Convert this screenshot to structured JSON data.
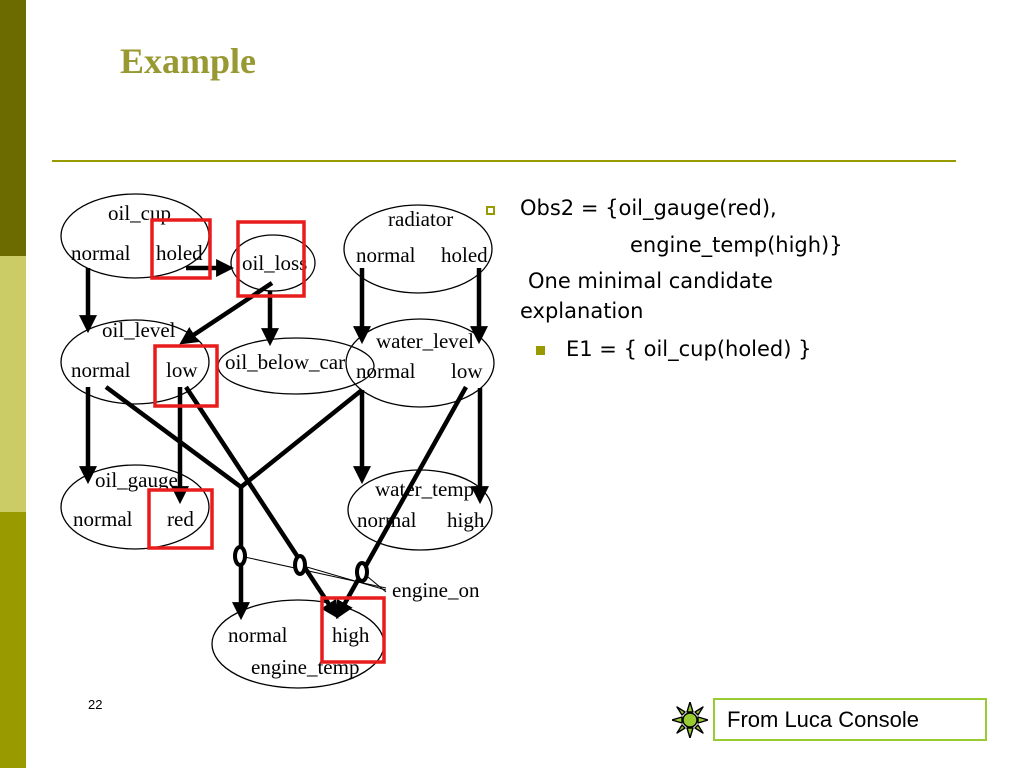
{
  "slide": {
    "title": "Example",
    "number": "22"
  },
  "diagram": {
    "nodes": {
      "oil_cup": {
        "name": "oil_cup",
        "left": "normal",
        "right": "holed"
      },
      "oil_loss": {
        "name": "oil_loss"
      },
      "radiator": {
        "name": "radiator",
        "left": "normal",
        "right": "holed"
      },
      "oil_level": {
        "name": "oil_level",
        "left": "normal",
        "right": "low"
      },
      "oil_below_car": {
        "name": "oil_below_car"
      },
      "water_level": {
        "name": "water_level",
        "left": "normal",
        "right": "low"
      },
      "oil_gauge": {
        "name": "oil_gauge",
        "left": "normal",
        "right": "red"
      },
      "water_temp": {
        "name": "water_temp",
        "left": "normal",
        "right": "high"
      },
      "engine_temp": {
        "name": "engine_temp",
        "left": "normal",
        "right": "high"
      }
    },
    "engine_on_label": "engine_on"
  },
  "bullets": {
    "obs_line1": "Obs2 = {oil_gauge(red),",
    "obs_line2": "engine_temp(high)}",
    "expl_line1": "One minimal candidate",
    "expl_line2": "explanation",
    "sub_item": "E1 = { oil_cup(holed) }"
  },
  "credit": {
    "text": "From Luca Console"
  },
  "colors": {
    "accent": "#999900",
    "title": "#999933",
    "highlight": "#e81c1c",
    "credit_border": "#99cc33",
    "sun": "#99cc33"
  },
  "icons": {
    "credit": "sun-icon"
  }
}
